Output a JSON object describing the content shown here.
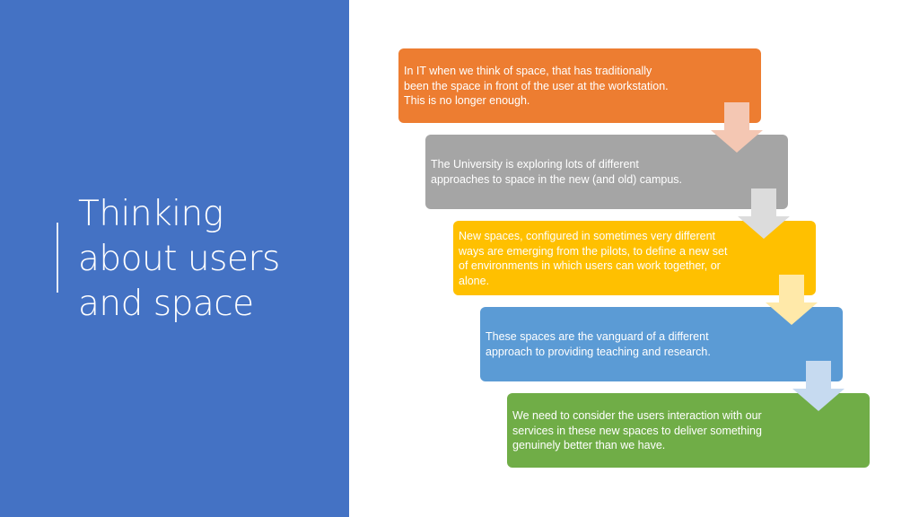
{
  "slide": {
    "title_lines": [
      "Thinking",
      "about users",
      "and space"
    ],
    "steps": [
      {
        "color": "#ed7d31",
        "text": "In IT when we think of space, that has traditionally been the space in front of the user at the workstation.  This is no longer enough."
      },
      {
        "color": "#a5a5a5",
        "text": "The University is exploring lots of different approaches to space in the new (and old) campus."
      },
      {
        "color": "#ffc000",
        "text": "New spaces, configured in sometimes very different ways are emerging from the pilots, to define a new set of environments in which users can work together, or alone."
      },
      {
        "color": "#5b9bd5",
        "text": "These spaces are the vanguard of a different approach to providing teaching and research."
      },
      {
        "color": "#70ad47",
        "text": "We need to consider the users interaction with our services in these new spaces to deliver something genuinely better than we have."
      }
    ],
    "arrows": [
      {
        "icon": "down-arrow-icon",
        "color": "#f4c7b3"
      },
      {
        "icon": "down-arrow-icon",
        "color": "#dcdcdc"
      },
      {
        "icon": "down-arrow-icon",
        "color": "#ffe9a9"
      },
      {
        "icon": "down-arrow-icon",
        "color": "#c6daf0"
      }
    ],
    "colors": {
      "left_panel": "#4472c4",
      "text": "#ffffff"
    }
  }
}
